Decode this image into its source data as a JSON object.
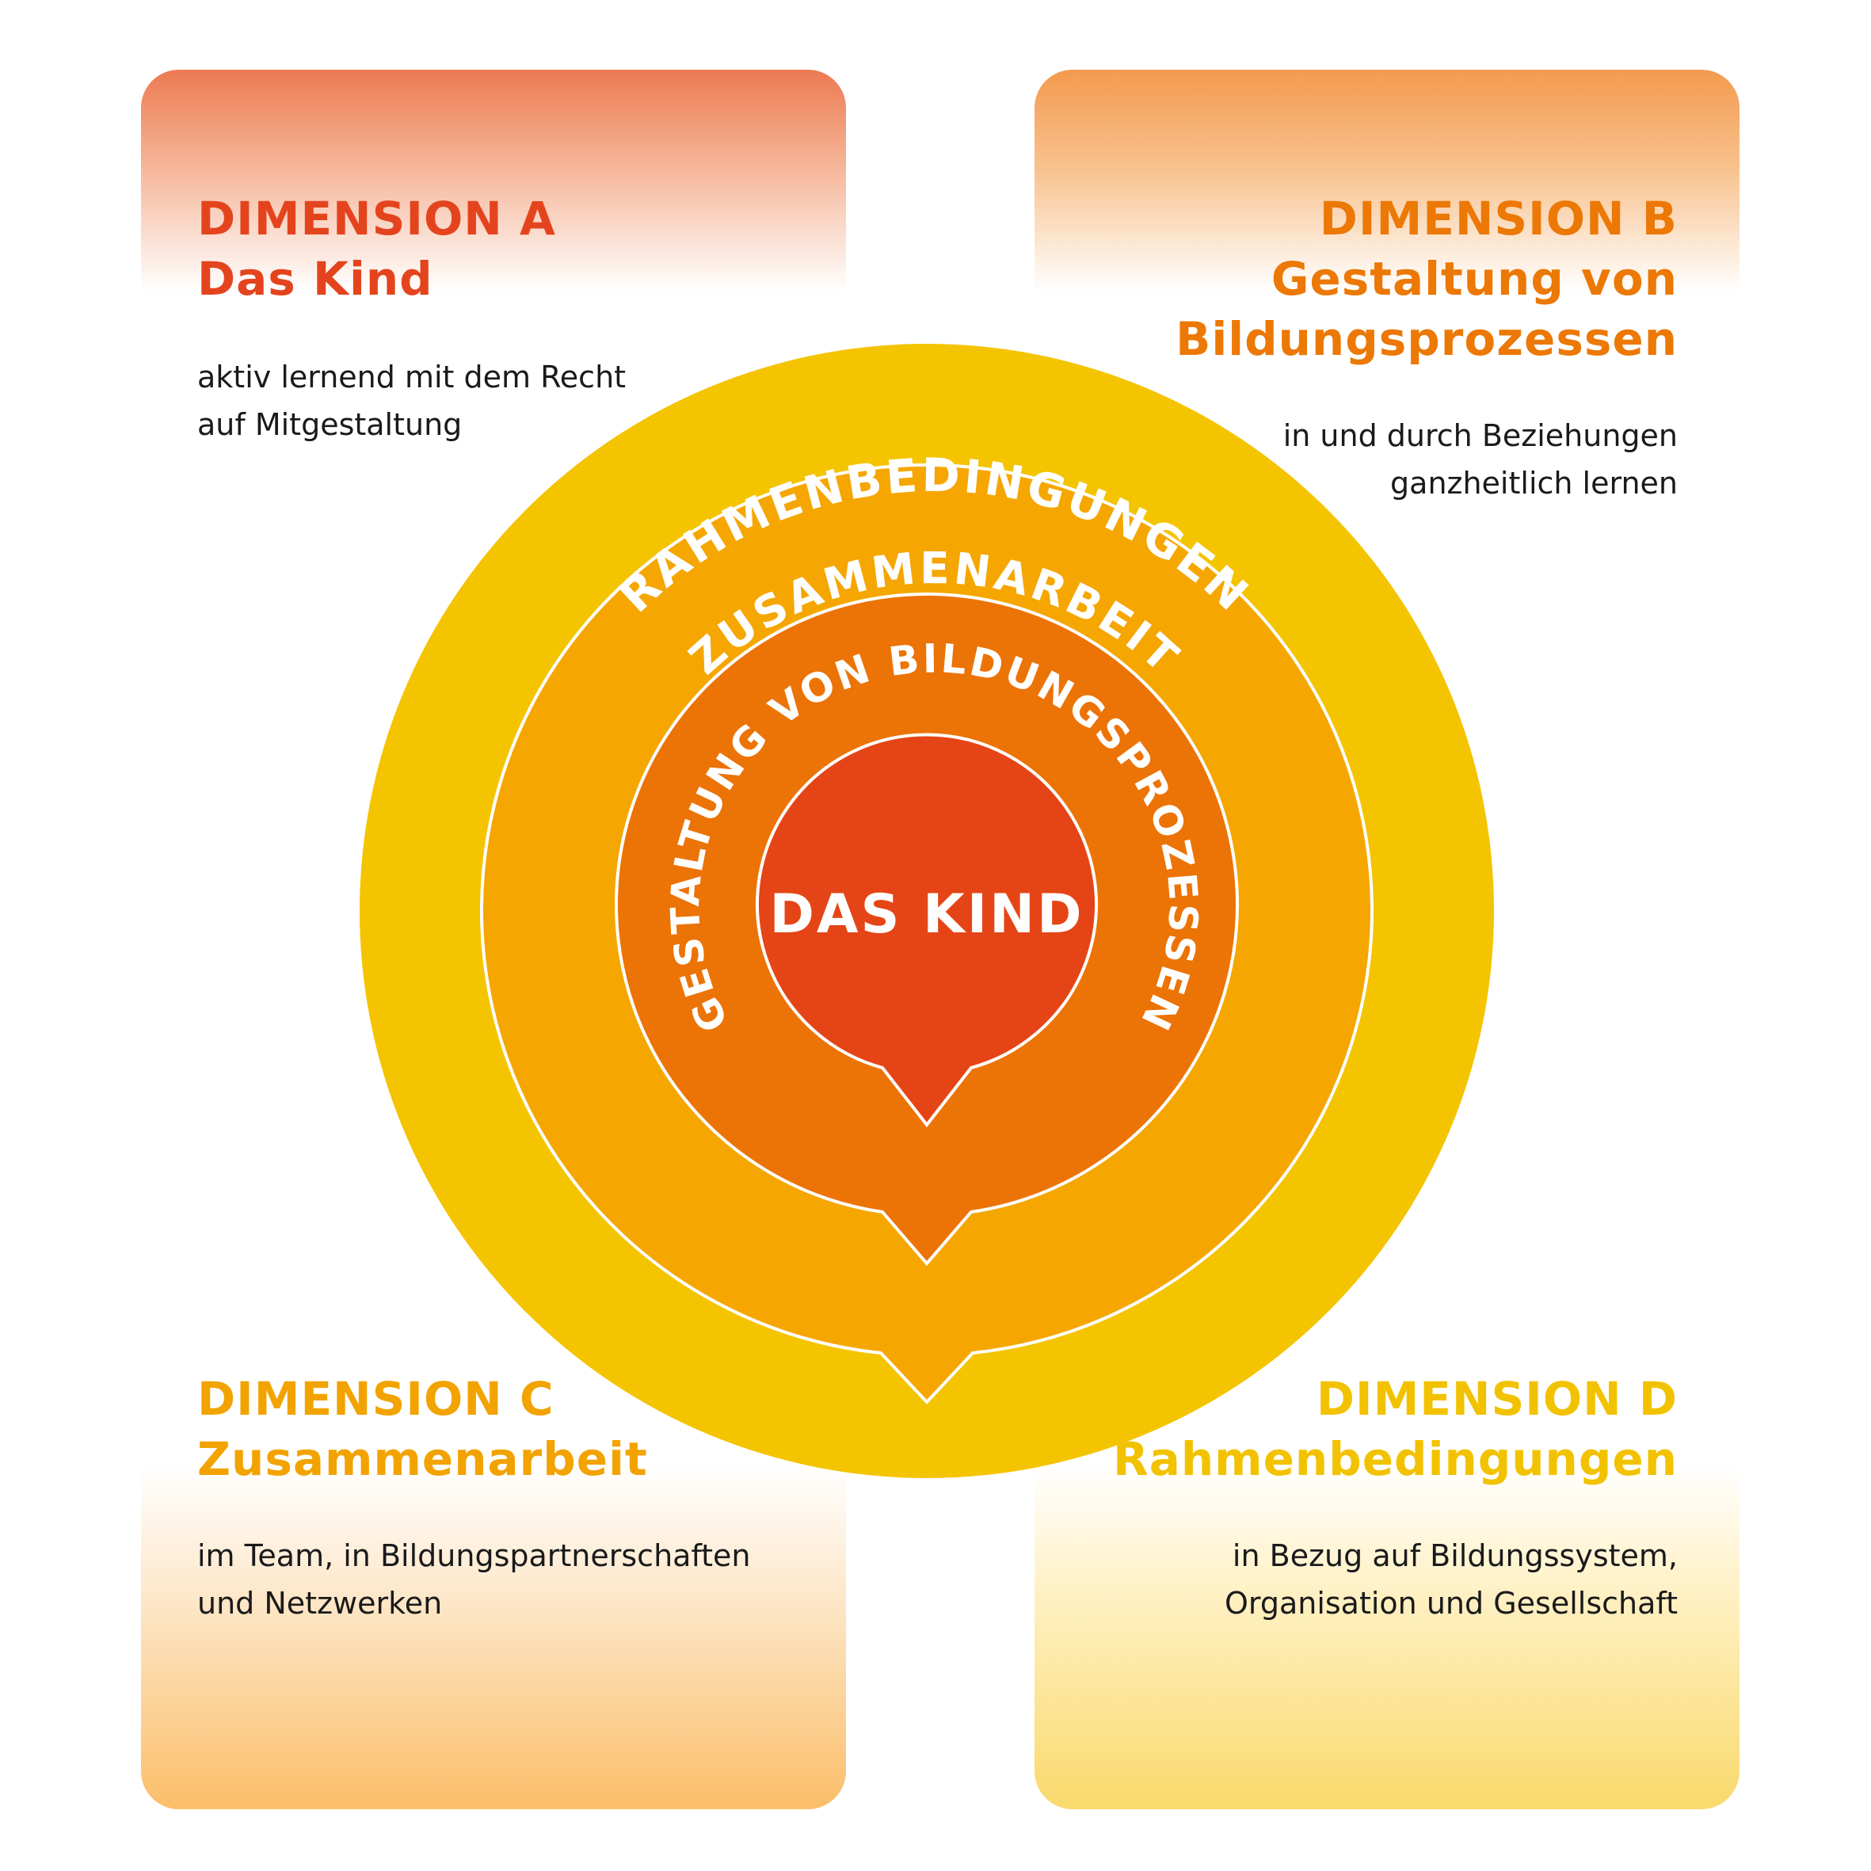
{
  "dimensions": {
    "a": {
      "label": "DIMENSION A",
      "title_lines": [
        "Das Kind"
      ],
      "desc_lines": [
        "aktiv lernend mit dem Recht",
        "auf Mitgestaltung"
      ],
      "color": "#e4441d"
    },
    "b": {
      "label": "DIMENSION B",
      "title_lines": [
        "Gestaltung von",
        "Bildungsprozessen"
      ],
      "desc_lines": [
        "in und durch Beziehungen",
        "ganzheitlich lernen"
      ],
      "color": "#ec7805"
    },
    "c": {
      "label": "DIMENSION C",
      "title_lines": [
        "Zusammenarbeit"
      ],
      "desc_lines": [
        "im Team, in Bildungspartnerschaften",
        "und Netzwerken"
      ],
      "color": "#f2a300"
    },
    "d": {
      "label": "DIMENSION D",
      "title_lines": [
        "Rahmenbedingungen"
      ],
      "desc_lines": [
        "in Bezug auf Bildungssystem,",
        "Organisation und Gesellschaft"
      ],
      "color": "#f2c200"
    }
  },
  "rings": {
    "outer": {
      "label": "RAHMENBEDINGUNGEN",
      "color": "#f4c400"
    },
    "second": {
      "label": "ZUSAMMENARBEIT",
      "color": "#f5a600"
    },
    "third": {
      "label": "GESTALTUNG VON BILDUNGSPROZESSEN",
      "color": "#ec7305"
    },
    "center": {
      "label": "DAS KIND",
      "color": "#e54516"
    }
  }
}
